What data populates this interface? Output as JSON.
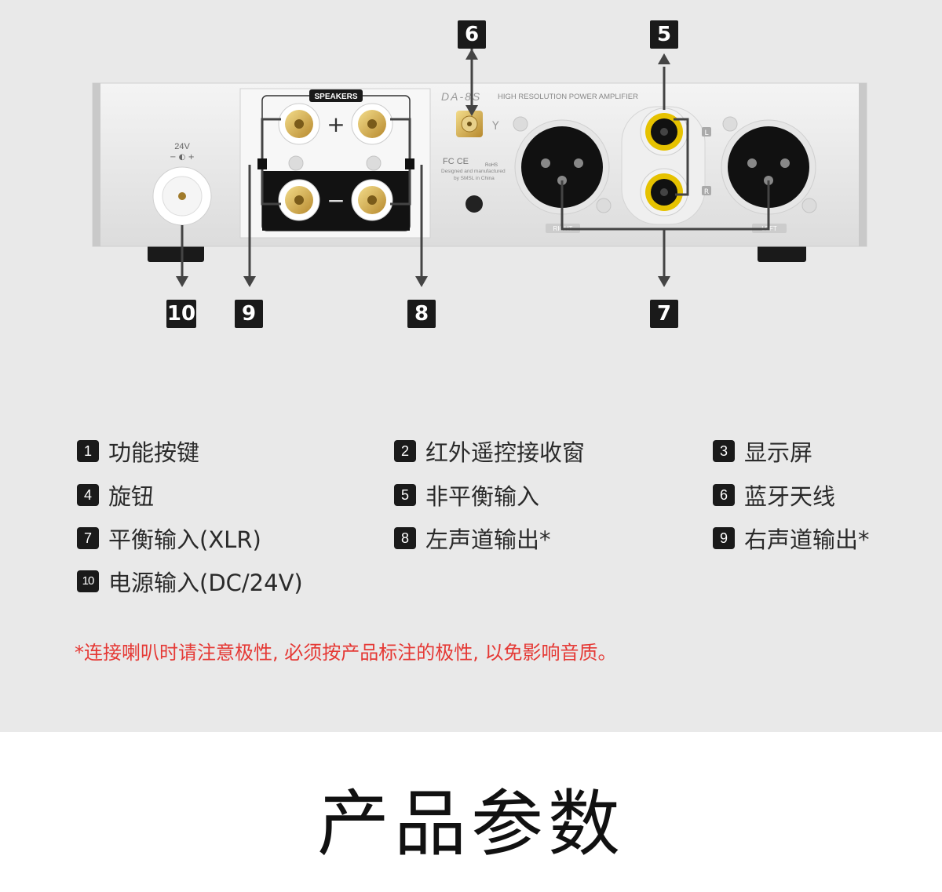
{
  "device": {
    "speakers_label": "SPEAKERS",
    "model_logo": "DA-8S",
    "model_subtitle": "HIGH RESOLUTION POWER AMPLIFIER",
    "dc_rating": "24V",
    "plus_sign": "+",
    "minus_sign": "−",
    "cert_text": "FC CE",
    "rohs": "RoHS",
    "designed_line1": "Designed and manufactured",
    "designed_line2": "by SMSL in China",
    "xlr_right_label": "RIGHT",
    "xlr_left_label": "LEFT",
    "rca_left_label": "L",
    "rca_right_label": "R"
  },
  "callouts": {
    "c5": "5",
    "c6": "6",
    "c7": "7",
    "c8": "8",
    "c9": "9",
    "c10": "10"
  },
  "legend": [
    {
      "num": "1",
      "label": "功能按键"
    },
    {
      "num": "2",
      "label": "红外遥控接收窗"
    },
    {
      "num": "3",
      "label": "显示屏"
    },
    {
      "num": "4",
      "label": "旋钮"
    },
    {
      "num": "5",
      "label": "非平衡输入"
    },
    {
      "num": "6",
      "label": "蓝牙天线"
    },
    {
      "num": "7",
      "label": "平衡输入(XLR)"
    },
    {
      "num": "8",
      "label": "左声道输出*"
    },
    {
      "num": "9",
      "label": "右声道输出*"
    },
    {
      "num": "10",
      "label": "电源输入(DC/24V)"
    }
  ],
  "note": "*连接喇叭时请注意极性, 必须按产品标注的极性, 以免影响音质。",
  "heading": "产品参数",
  "colors": {
    "accent_red": "#e53935",
    "badge": "#1a1a1a",
    "bg_gray": "#e9e9e9"
  }
}
